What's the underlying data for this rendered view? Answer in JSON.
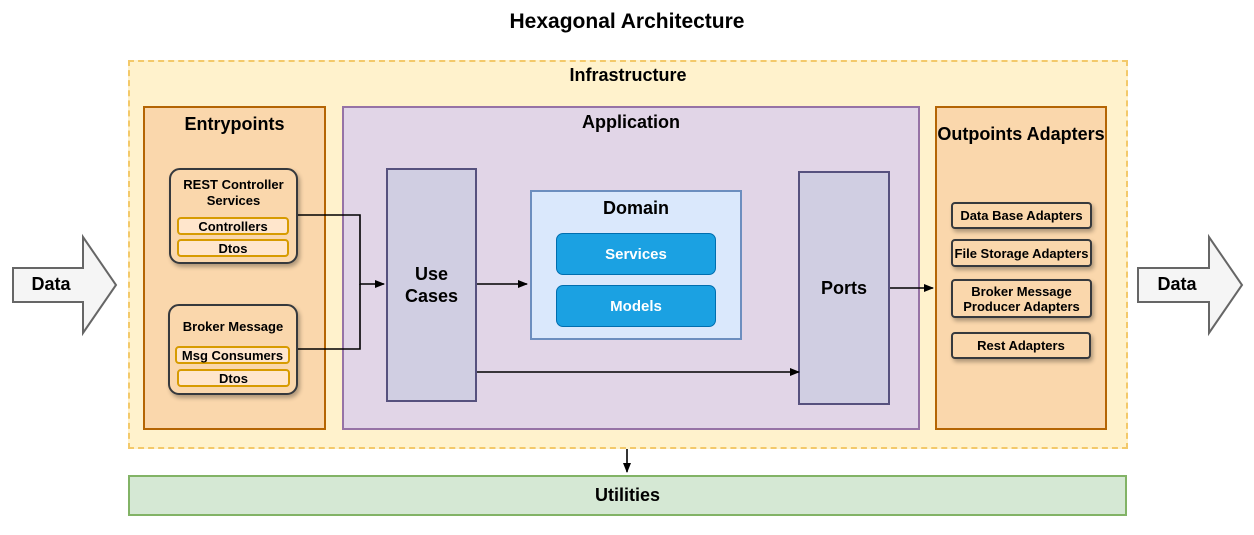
{
  "title": "Hexagonal Architecture",
  "infrastructure": {
    "label": "Infrastructure"
  },
  "entrypoints": {
    "title": "Entrypoints",
    "rest_group": {
      "label": "REST Controller Services",
      "items": [
        "Controllers",
        "Dtos"
      ]
    },
    "broker_group": {
      "label": "Broker Message",
      "items": [
        "Msg Consumers",
        "Dtos"
      ]
    }
  },
  "application": {
    "title": "Application",
    "use_cases": "Use Cases",
    "domain": {
      "title": "Domain",
      "items": [
        "Services",
        "Models"
      ]
    },
    "ports": "Ports"
  },
  "outpoints": {
    "title": "Outpoints Adapters",
    "adapters": [
      "Data Base Adapters",
      "File Storage Adapters",
      "Broker Message Producer Adapters",
      "Rest Adapters"
    ]
  },
  "utilities": "Utilities",
  "data_in": "Data",
  "data_out": "Data",
  "colors": {
    "infrastructure_fill": "#fff2cc",
    "panel_fill": "#fad7ac",
    "application_fill": "#e1d5e7",
    "domain_fill": "#dae8fc",
    "domain_items": "#1ba1e2",
    "utilities_fill": "#d5e8d4"
  }
}
